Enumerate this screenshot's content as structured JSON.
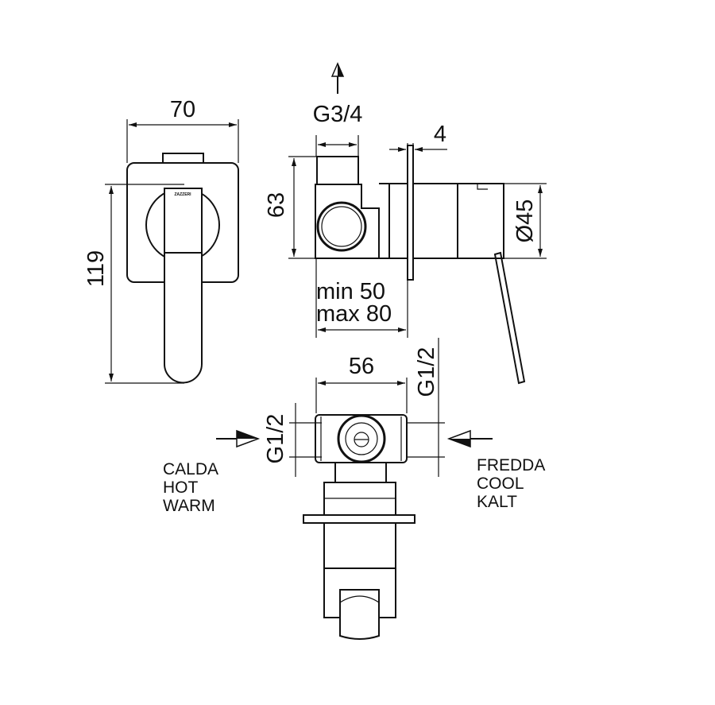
{
  "front_view": {
    "width_dim": "70",
    "height_dim": "119",
    "brand_mark": "ZAZZERI"
  },
  "side_view": {
    "outlet_dim": "G3/4",
    "plate_thickness_dim": "4",
    "body_height_dim": "63",
    "diameter_dim": "Ø45",
    "depth_min": "min 50",
    "depth_max": "max 80"
  },
  "top_view": {
    "body_width_dim": "56",
    "inlet_left_dim": "G1/2",
    "inlet_right_dim": "G1/2",
    "hot_labels": [
      "CALDA",
      "HOT",
      "WARM"
    ],
    "cold_labels": [
      "FREDDA",
      "COOL",
      "KALT"
    ]
  }
}
